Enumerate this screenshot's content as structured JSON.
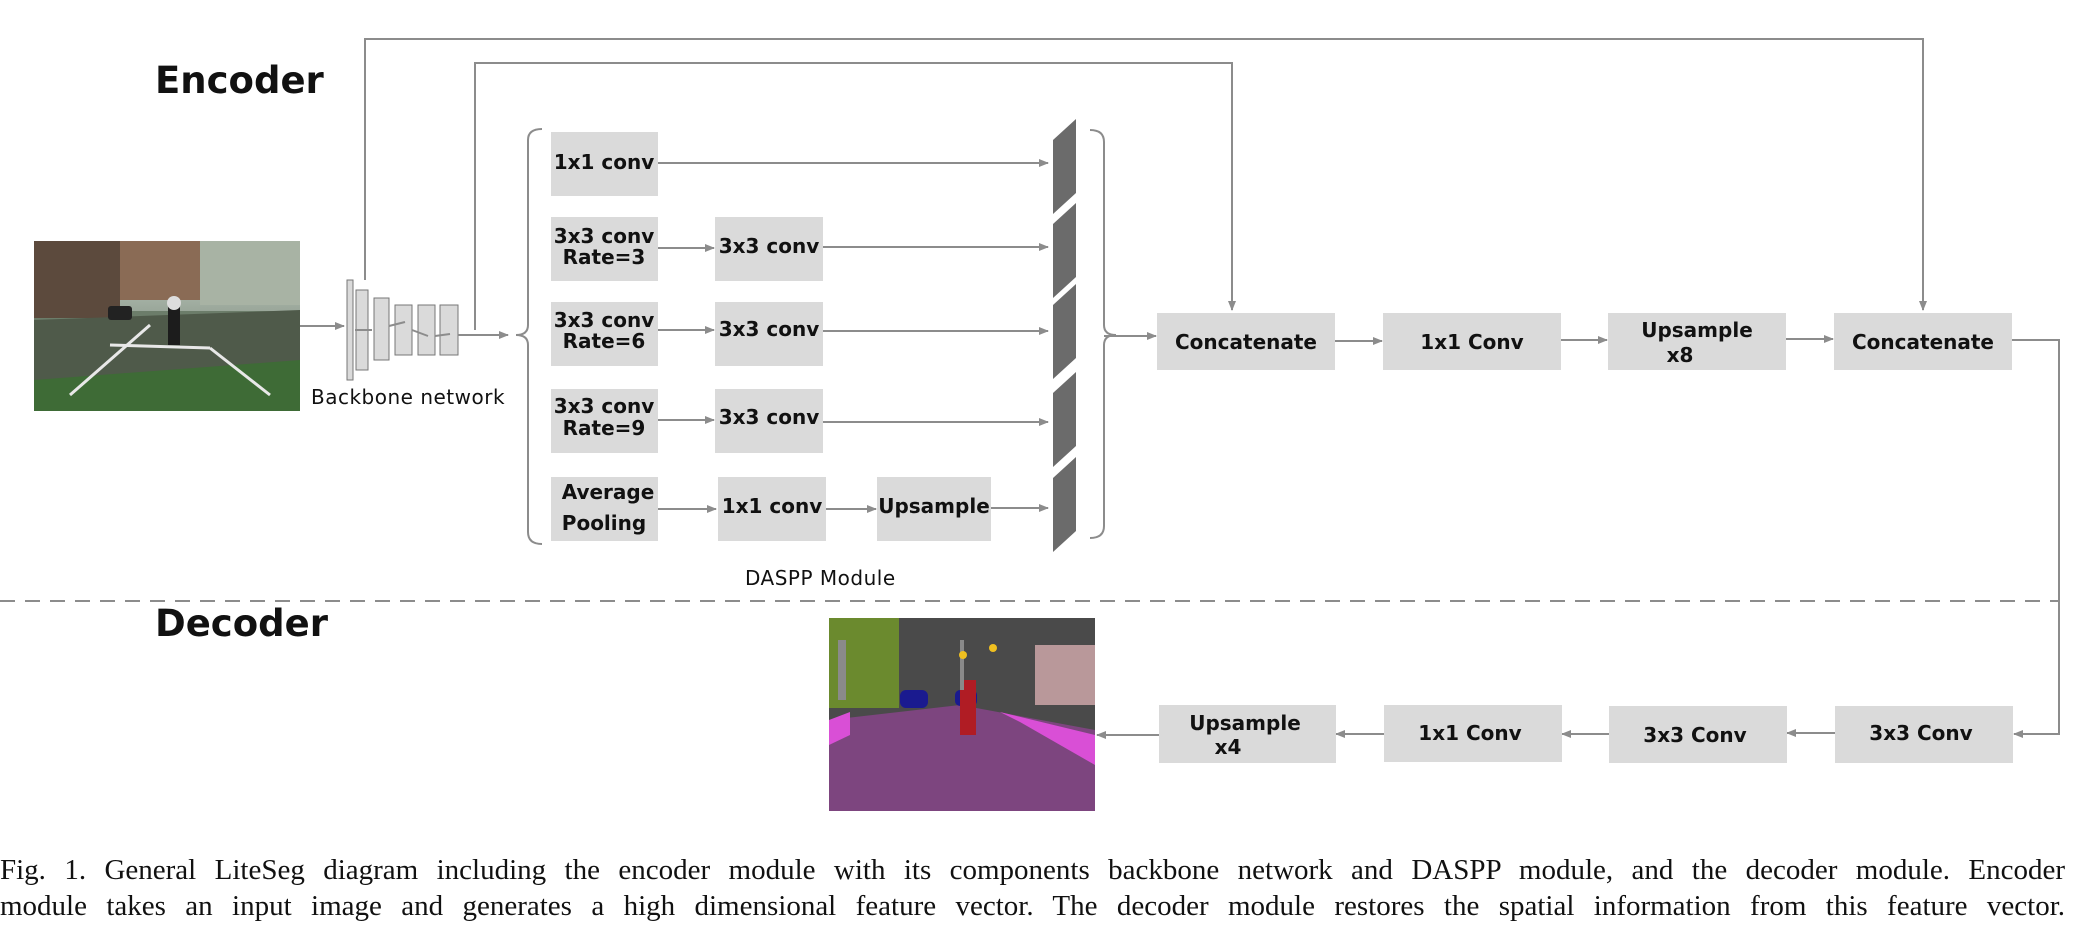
{
  "sections": {
    "encoder": "Encoder",
    "decoder": "Decoder"
  },
  "labels": {
    "backbone": "Backbone network",
    "daspp": "DASPP Module"
  },
  "daspp": {
    "b1_conv": "1x1 conv",
    "b2_conv1": "3x3 conv",
    "b2_rate": "Rate=3",
    "b2_conv2": "3x3 conv",
    "b3_conv1": "3x3 conv",
    "b3_rate": "Rate=6",
    "b3_conv2": "3x3 conv",
    "b4_conv1": "3x3 conv",
    "b4_rate": "Rate=9",
    "b4_conv2": "3x3 conv",
    "b5_pool1": "Average",
    "b5_pool2": "Pooling",
    "b5_conv": "1x1 conv",
    "b5_up": "Upsample"
  },
  "encoder_chain": {
    "concat1": "Concatenate",
    "conv1x1": "1x1 Conv",
    "up8_1": "Upsample",
    "up8_2": "x8",
    "concat2": "Concatenate"
  },
  "decoder_chain": {
    "conv3a": "3x3 Conv",
    "conv3b": "3x3 Conv",
    "conv1": "1x1 Conv",
    "up4_1": "Upsample",
    "up4_2": "x4"
  },
  "colors": {
    "box": "#dadada",
    "arrow": "#8c8c8c",
    "feature_map": "#6b6b6b",
    "seg_road": "#7d457f",
    "seg_sidewalk": "#d94fd6",
    "seg_building": "#4a4a4a",
    "seg_vegetation": "#6b8a2e",
    "seg_car": "#1a1a8f",
    "seg_person": "#b01c24"
  },
  "caption": {
    "line1": "Fig. 1.  General LiteSeg diagram including the encoder module with its components backbone network and DASPP module, and the decoder module. Encoder",
    "line2": "module takes an input image and generates a high dimensional feature vector. The decoder module restores the spatial information from this feature vector."
  }
}
